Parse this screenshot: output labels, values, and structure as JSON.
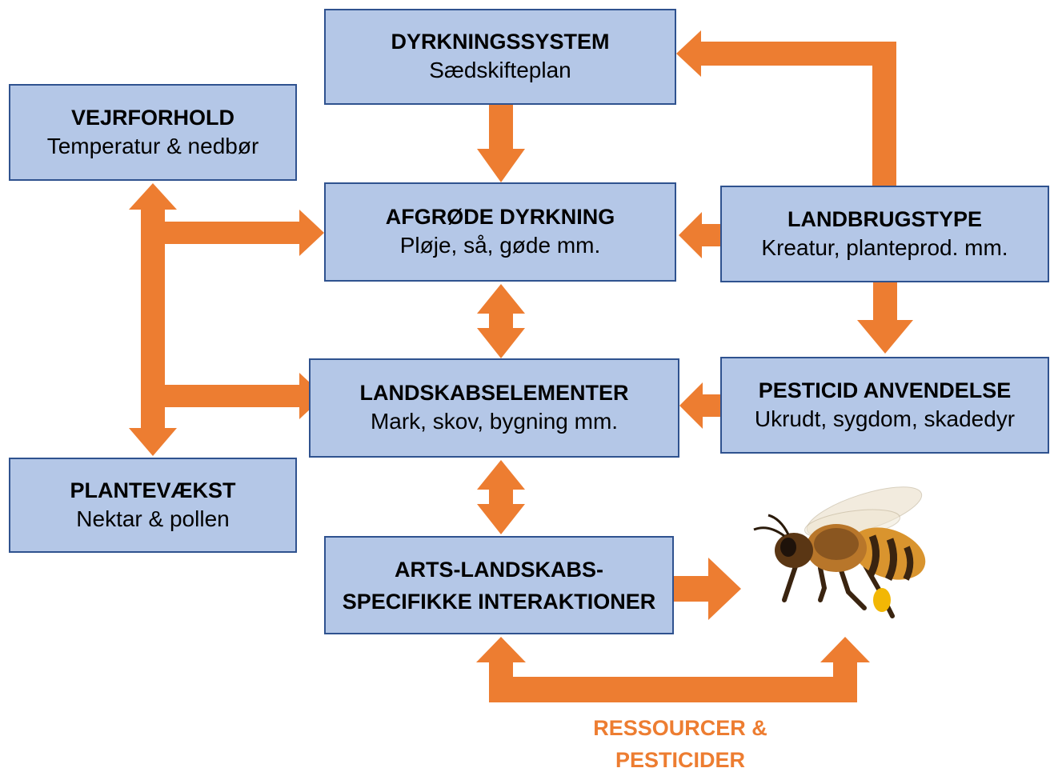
{
  "colors": {
    "box_fill": "#b4c7e7",
    "box_border": "#2f528f",
    "arrow": "#ed7d31"
  },
  "boxes": {
    "dyrkningssystem": {
      "title": "DYRKNINGSSYSTEM",
      "subtitle": "Sædskifteplan"
    },
    "vejrforhold": {
      "title": "VEJRFORHOLD",
      "subtitle": "Temperatur & nedbør"
    },
    "afgrode": {
      "title": "AFGRØDE DYRKNING",
      "subtitle": "Pløje, så, gøde mm."
    },
    "landbrugstype": {
      "title": "LANDBRUGSTYPE",
      "subtitle": "Kreatur, planteprod. mm."
    },
    "landskabselementer": {
      "title": "LANDSKABSELEMENTER",
      "subtitle": "Mark, skov, bygning mm."
    },
    "pesticid": {
      "title": "PESTICID ANVENDELSE",
      "subtitle": "Ukrudt, sygdom, skadedyr"
    },
    "plantevaekst": {
      "title": "PLANTEVÆKST",
      "subtitle": "Nektar & pollen"
    },
    "interaktioner": {
      "title_line1": "ARTS-LANDSKABS-",
      "title_line2": "SPECIFIKKE INTERAKTIONER"
    }
  },
  "caption": {
    "line1": "RESSOURCER &",
    "line2": "PESTICIDER"
  },
  "images": {
    "bee": "honeybee"
  }
}
